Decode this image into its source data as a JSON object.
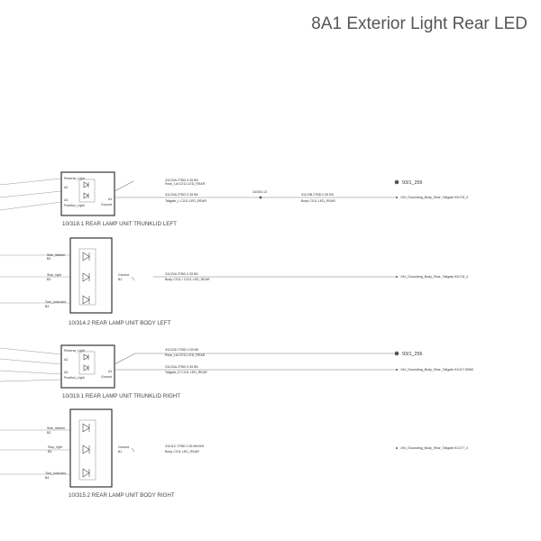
{
  "title": "8A1 Exterior Light Rear LED",
  "colors": {
    "wire": "#9a9a9a",
    "box": "#222222",
    "text": "#333333",
    "title": "#555555"
  },
  "units": {
    "trunklid_left": {
      "pins": [
        "Reverse_Light",
        "A2",
        "A3",
        "Position_Light"
      ],
      "ground_pin": "A1",
      "ground_label": "Ground",
      "label": "10/318.1   REAR LAMP UNIT TRUNKLID LEFT",
      "wire1": [
        "31123/A  2TBD 0.35 BK",
        "Rear_Lid  CX11   LED_REAR"
      ],
      "wire2": [
        "31123/A  2TBD 0.35 BK",
        "Tailgate_L  CX11   LED_REAR"
      ],
      "junction": "34/304.13",
      "wire3": [
        "31123B  2TBD 0.35 BK",
        "Body  CX11   LED_REAR"
      ],
      "ground_point": "93/1_256",
      "dest": "194_Grounding_Body_Rear_Tailgate.93/176_4"
    },
    "body_left": {
      "pins": [
        "Side_Marker",
        "B2",
        "Stop_light",
        "B3",
        "Turn_Indicator",
        "B4"
      ],
      "ground_label": "Ground",
      "ground_pin": "B1",
      "label": "10/314.2   REAR LAMP UNIT BODY LEFT",
      "wire": [
        "31123/A  2TBD 0.35 BK",
        "Body  CX11 / CX11   LED_REAR"
      ],
      "dest": "194_Grounding_Body_Rear_Tailgate.93/176_4"
    },
    "trunklid_right": {
      "pins": [
        "Reverse_Light",
        "A2",
        "A3",
        "Position_Light"
      ],
      "ground_pin": "A1",
      "ground_label": "Ground",
      "label": "10/319.1   REAR LAMP UNIT TRUNKLID RIGHT",
      "wire1": [
        "31123/D  2TBD 0.35 BK",
        "Rear_Lid  CX11   LED_REAR"
      ],
      "wire2": [
        "31123/A  2TBD 0.35 BK",
        "Tailgate_R  CX11   LED_REAR"
      ],
      "ground_point": "93/1_256",
      "dest": "194_Grounding_Body_Rear_Tailgate.91/117.50ND"
    },
    "body_right": {
      "pins": [
        "Side_Marker",
        "B2",
        "Stop_light",
        "B3",
        "Turn_Indicator",
        "B4"
      ],
      "ground_label": "Ground",
      "ground_pin": "B1",
      "label": "10/315.2   REAR LAMP UNIT BODY RIGHT",
      "wire": [
        "31101C  2TBD 0.35 BK/WH",
        "Body  CX11   LED_REAR"
      ],
      "dest": "194_Grounding_Body_Rear_Tailgate.91/177_4"
    }
  }
}
